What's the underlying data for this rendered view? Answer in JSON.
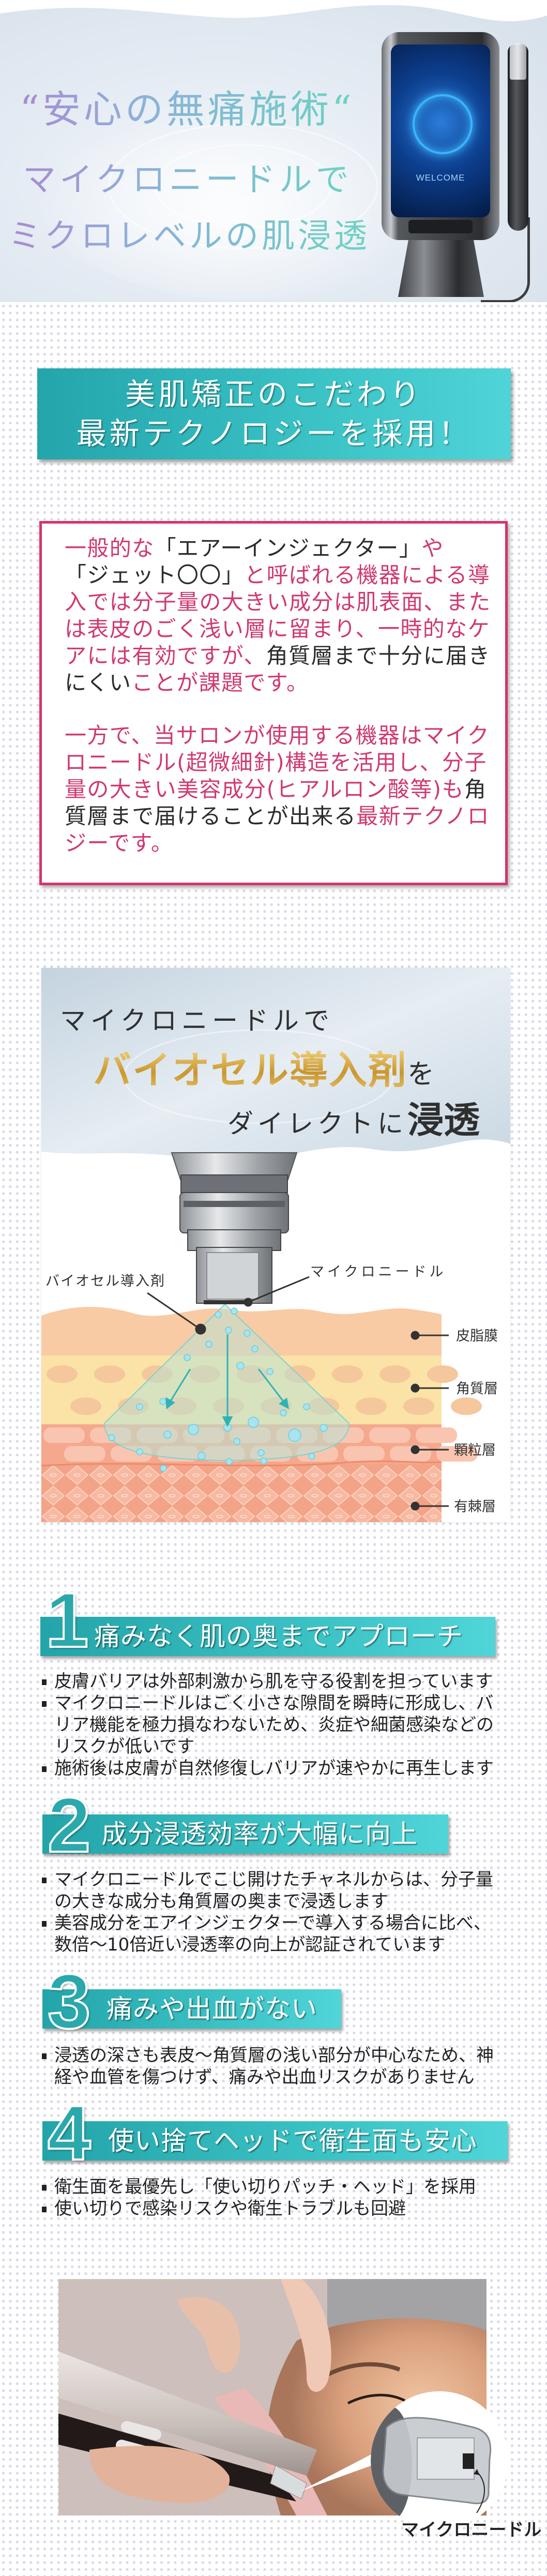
{
  "hero": {
    "line1": "“安心の無痛施術“",
    "line2": "マイクロニードルで",
    "line3": "ミクロレベルの肌浸透",
    "device_screen_text": "WELCOME"
  },
  "title_banner": {
    "line1": "美肌矯正のこだわり",
    "line2": "最新テクノロジーを採用！"
  },
  "text_box": {
    "paragraphs": [
      {
        "lines": [
          [
            {
              "text": "一般的な",
              "color": "pink"
            },
            {
              "text": "「エアーインジェクター」",
              "color": "dark"
            },
            {
              "text": "や",
              "color": "pink"
            }
          ],
          [
            {
              "text": "「ジェット〇〇」",
              "color": "dark"
            },
            {
              "text": "と呼ばれる機器による導",
              "color": "pink"
            }
          ],
          [
            {
              "text": "入では分子量の大きい成分は肌表面、また",
              "color": "pink"
            }
          ],
          [
            {
              "text": "は表皮のごく浅い層に留まり、一時的なケ",
              "color": "pink"
            }
          ],
          [
            {
              "text": "アには有効ですが、",
              "color": "pink"
            },
            {
              "text": "角質層まで十分に届き",
              "color": "dark"
            }
          ],
          [
            {
              "text": "にくい",
              "color": "dark"
            },
            {
              "text": "ことが課題です。",
              "color": "pink"
            }
          ]
        ]
      },
      {
        "lines": [
          [
            {
              "text": "一方で、当サロンが使用する機器はマイク",
              "color": "pink"
            }
          ],
          [
            {
              "text": "ロニードル(超微細針)構造を活用し、分子",
              "color": "pink"
            }
          ],
          [
            {
              "text": "量の大きい美容成分(ヒアルロン酸等)も",
              "color": "pink"
            },
            {
              "text": "角",
              "color": "dark"
            }
          ],
          [
            {
              "text": "質層まで届けることが出来る",
              "color": "dark"
            },
            {
              "text": "最新テクノロ",
              "color": "pink"
            }
          ],
          [
            {
              "text": "ジーです。",
              "color": "pink"
            }
          ]
        ]
      }
    ],
    "colors": {
      "pink": "#cf3a72",
      "dark": "#2b2b2b",
      "border": "#d6336d"
    }
  },
  "diagram": {
    "title_line1": "マイクロニードルで",
    "title_highlight": "バイオセル導入剤",
    "title_line2_suffix": "を",
    "title_line3_prefix": "ダイレクトに",
    "title_line3_emphasis": "浸透",
    "label_agent": "バイオセル導入剤",
    "label_needle": "マイクロニードル",
    "layers": [
      "皮脂膜",
      "角質層",
      "顆粒層",
      "有棘層"
    ]
  },
  "points": [
    {
      "number": "1",
      "title": "痛みなく肌の奥までアプローチ",
      "bullets": [
        [
          "皮膚バリアは外部刺激から肌を守る役割を担っています"
        ],
        [
          "マイクロニードルはごく小さな隙間を瞬時に形成し、バ",
          "リア機能を極力損なわないため、炎症や細菌感染などの",
          "リスクが低いです"
        ],
        [
          "施術後は皮膚が自然修復しバリアが速やかに再生します"
        ]
      ]
    },
    {
      "number": "2",
      "title": "成分浸透効率が大幅に向上",
      "bullets": [
        [
          "マイクロニードルでこじ開けたチャネルからは、分子量",
          "の大きな成分も角質層の奥まで浸透します"
        ],
        [
          "美容成分をエアインジェクターで導入する場合に比べ、",
          "数倍〜10倍近い浸透率の向上が認証されています"
        ]
      ]
    },
    {
      "number": "3",
      "title": "痛みや出血がない",
      "bullets": [
        [
          "浸透の深さも表皮〜角質層の浅い部分が中心なため、神",
          "経や血管を傷つけず、痛みや出血リスクがありません"
        ]
      ]
    },
    {
      "number": "4",
      "title": "使い捨てヘッドで衛生面も安心",
      "bullets": [
        [
          "衛生面を最優先し「使い切りパッチ・ヘッド」を採用"
        ],
        [
          "使い切りで感染リスクや衛生トラブルも回避"
        ]
      ]
    }
  ],
  "photo": {
    "inset_label": "マイクロニードル"
  },
  "colors": {
    "teal": "#2ba8ac",
    "teal_light": "#50d5d8",
    "gold": "#c9962f"
  }
}
